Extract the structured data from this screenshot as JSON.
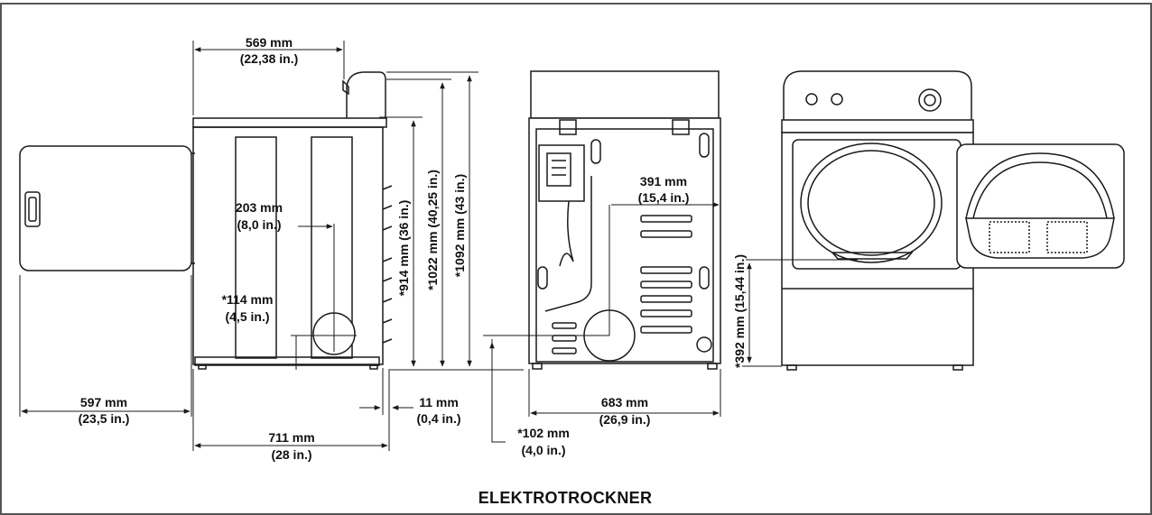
{
  "caption": "ELEKTROTROCKNER",
  "dimensions": {
    "top_width": {
      "mm": "569 mm",
      "in": "(22,38 in.)"
    },
    "door_width": {
      "mm": "597 mm",
      "in": "(23,5 in.)"
    },
    "side_depth": {
      "mm": "711 mm",
      "in": "(28 in.)"
    },
    "foot_offset": {
      "mm": "11 mm",
      "in": "(0,4 in.)"
    },
    "vent_horizontal": {
      "mm": "203 mm",
      "in": "(8,0 in.)"
    },
    "vent_height_side": {
      "mm": "*114 mm",
      "in": "(4,5 in.)"
    },
    "height_top": {
      "label": "*914 mm (36 in.)"
    },
    "height_console": {
      "label": "*1022 mm (40,25 in.)"
    },
    "height_overall": {
      "label": "*1092 mm (43 in.)"
    },
    "rear_width": {
      "mm": "683 mm",
      "in": "(26,9 in.)"
    },
    "rear_vent_offset": {
      "mm": "391 mm",
      "in": "(15,4 in.)"
    },
    "rear_vent_height": {
      "mm": "*102 mm",
      "in": "(4,0 in.)"
    },
    "door_sill_height": {
      "label": "*392 mm (15,44 in.)"
    }
  },
  "colors": {
    "line": "#1a1a1a",
    "panel": "#ffffff",
    "frame": "#555555"
  }
}
